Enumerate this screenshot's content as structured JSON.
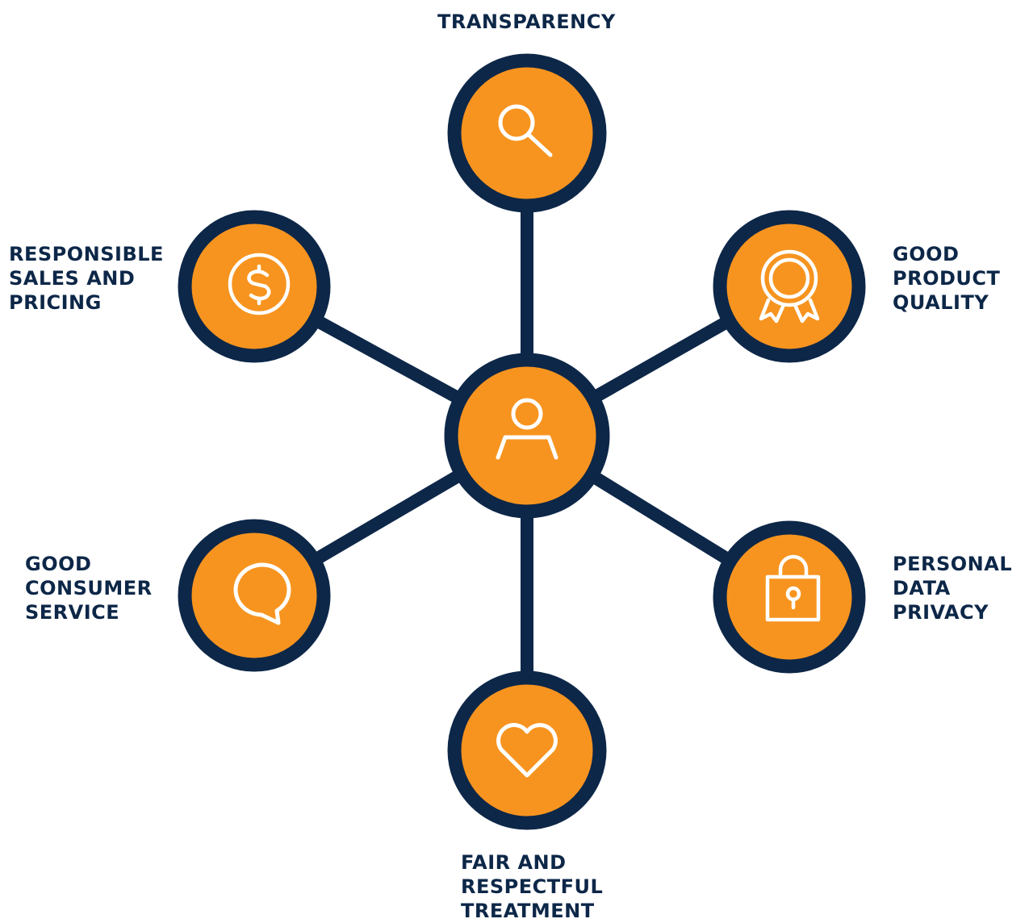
{
  "colors": {
    "navy": "#0d2748",
    "orange": "#f7941f",
    "icon_stroke": "#ffffff",
    "background": "#ffffff"
  },
  "center": {
    "icon": "person-icon"
  },
  "nodes": [
    {
      "id": "transparency",
      "icon": "magnifier-icon",
      "label": [
        "TRANSPARENCY"
      ]
    },
    {
      "id": "good-product-quality",
      "icon": "award-ribbon-icon",
      "label": [
        "GOOD",
        "PRODUCT",
        "QUALITY"
      ]
    },
    {
      "id": "personal-data-privacy",
      "icon": "padlock-icon",
      "label": [
        "PERSONAL",
        "DATA",
        "PRIVACY"
      ]
    },
    {
      "id": "fair-and-respectful-treatment",
      "icon": "heart-icon",
      "label": [
        "FAIR AND",
        "RESPECTFUL",
        "TREATMENT"
      ]
    },
    {
      "id": "good-consumer-service",
      "icon": "speech-bubble-icon",
      "label": [
        "GOOD",
        "CONSUMER",
        "SERVICE"
      ]
    },
    {
      "id": "responsible-sales-and-pricing",
      "icon": "dollar-coin-icon",
      "label": [
        "RESPONSIBLE",
        "SALES AND",
        "PRICING"
      ]
    }
  ]
}
